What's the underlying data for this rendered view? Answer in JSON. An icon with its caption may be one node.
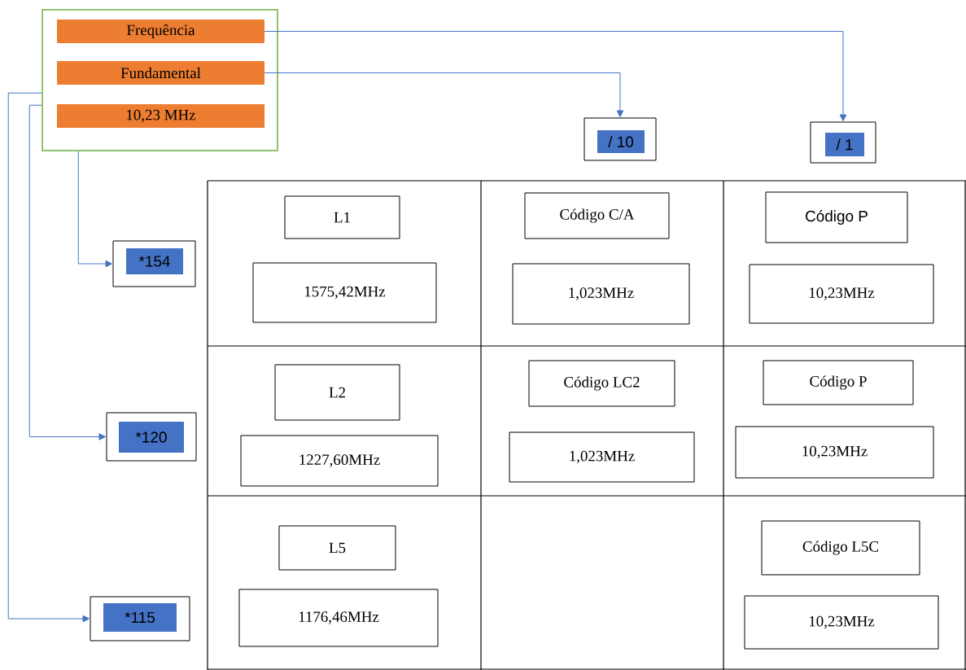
{
  "diagram": {
    "nodes": [
      {
        "text": [],
        "shape": "box"
      },
      {
        "text": [
          "Frequência"
        ],
        "in": 0
      },
      {
        "text": [
          "Fundamental"
        ],
        "in": 0
      },
      {
        "text": [
          "10,23 MHz"
        ],
        "in": 0
      },
      {
        "text": [
          "/ 10"
        ]
      },
      {
        "text": [
          "/ 1"
        ]
      },
      {
        "text": [
          "*154"
        ]
      },
      {
        "text": [
          "*120"
        ]
      },
      {
        "text": [
          "*115"
        ]
      },
      {
        "text": [
          "L1"
        ]
      },
      {
        "text": [
          "1575,42MHz"
        ]
      },
      {
        "text": [
          "Código C/A"
        ]
      },
      {
        "text": [
          "1,023MHz"
        ]
      },
      {
        "text": [
          "Código P"
        ]
      },
      {
        "text": [
          "10,23MHz"
        ]
      },
      {
        "text": [
          "L2"
        ]
      },
      {
        "text": [
          "1227,60MHz"
        ]
      },
      {
        "text": [
          "Código LC2"
        ]
      },
      {
        "text": [
          "1,023MHz"
        ]
      },
      {
        "text": [
          "Código P"
        ]
      },
      {
        "text": [
          "10,23MHz"
        ]
      },
      {
        "text": [
          "L5"
        ]
      },
      {
        "text": [
          "1176,46MHz"
        ]
      },
      {
        "text": [
          "Código L5C"
        ]
      },
      {
        "text": [
          "10,23MHz"
        ]
      }
    ],
    "edges": [
      {
        "from": 1,
        "to": 5,
        "arrow": "to"
      },
      {
        "from": 2,
        "to": 4,
        "arrow": "to"
      },
      {
        "from": 0,
        "to": 6,
        "arrow": "to"
      },
      {
        "from": 0,
        "to": 7,
        "arrow": "to"
      },
      {
        "from": 0,
        "to": 8,
        "arrow": "to"
      }
    ]
  }
}
